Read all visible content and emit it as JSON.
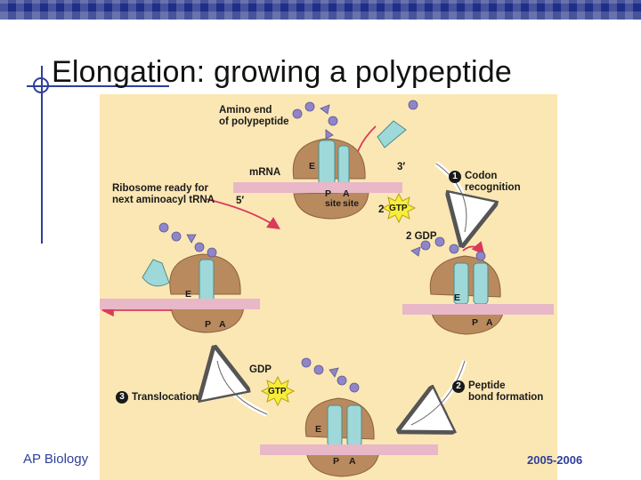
{
  "slide": {
    "title": "Elongation: growing a polypeptide",
    "footer_left": "AP Biology",
    "footer_right": "2005-2006"
  },
  "diagram": {
    "labels": {
      "amino_end": [
        "Amino end",
        "of polypeptide"
      ],
      "mrna": "mRNA",
      "three_prime": "3′",
      "five_prime": "5′",
      "ribosome_ready": [
        "Ribosome ready for",
        "next aminoacyl tRNA"
      ],
      "p_site": [
        "P",
        "site"
      ],
      "a_site": [
        "A",
        "site"
      ],
      "two": "2",
      "gdp_2": "2 GDP",
      "gdp": "GDP",
      "gtp": "GTP"
    },
    "steps": [
      {
        "num": "1",
        "label": [
          "Codon",
          "recognition"
        ]
      },
      {
        "num": "2",
        "label": [
          "Peptide",
          "bond formation"
        ]
      },
      {
        "num": "3",
        "label": [
          "Translocation"
        ]
      }
    ],
    "site_letters": {
      "e": "E",
      "p": "P",
      "a": "A"
    },
    "colors": {
      "background": "#fbe7b4",
      "ribosome": "#b98a5e",
      "trna": "#9fd8d8",
      "mrna": "#e8b7c8",
      "amino_acid": "#8e86c6",
      "arrow": "#d93b58",
      "gtp_burst": "#f7ee3a"
    }
  }
}
